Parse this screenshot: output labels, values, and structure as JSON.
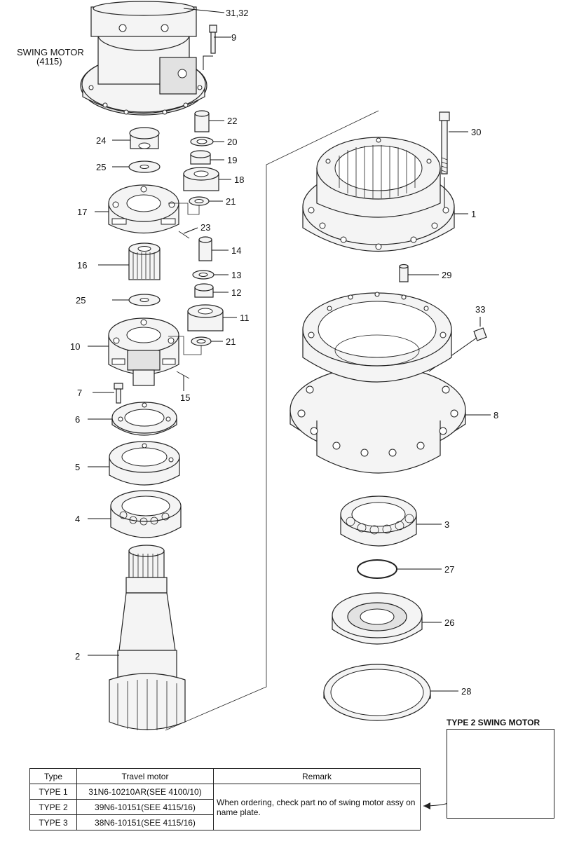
{
  "labels": {
    "swing_motor_title": "SWING MOTOR",
    "swing_motor_ref": "(4115)",
    "type2_title": "TYPE 2 SWING MOTOR"
  },
  "callouts": {
    "p31_32": "31,32",
    "p9": "9",
    "p22": "22",
    "p20": "20",
    "p24": "24",
    "p19": "19",
    "p25a": "25",
    "p18": "18",
    "p17": "17",
    "p21a": "21",
    "p23": "23",
    "p14": "14",
    "p16": "16",
    "p13": "13",
    "p12": "12",
    "p25b": "25",
    "p11": "11",
    "p10": "10",
    "p21b": "21",
    "p15": "15",
    "p7": "7",
    "p6": "6",
    "p5": "5",
    "p4": "4",
    "p2": "2",
    "p30": "30",
    "p1": "1",
    "p29": "29",
    "p33": "33",
    "p8": "8",
    "p3": "3",
    "p27": "27",
    "p26": "26",
    "p28": "28"
  },
  "table": {
    "headers": [
      "Type",
      "Travel motor",
      "Remark"
    ],
    "rows": [
      {
        "type": "TYPE 1",
        "motor": "31N6-10210AR(SEE 4100/10)"
      },
      {
        "type": "TYPE 2",
        "motor": "39N6-10151(SEE 4115/16)"
      },
      {
        "type": "TYPE 3",
        "motor": "38N6-10151(SEE 4115/16)"
      }
    ],
    "remark": "When ordering, check part no of swing motor assy on name plate."
  }
}
